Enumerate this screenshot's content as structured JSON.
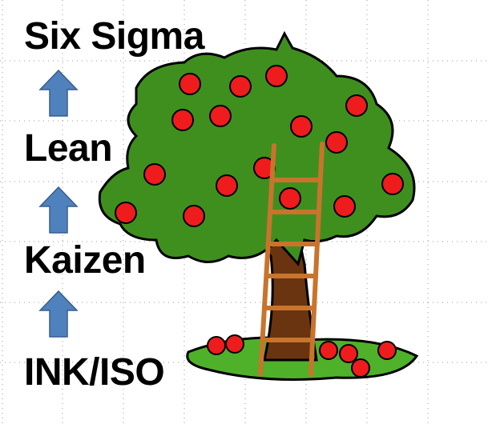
{
  "levels": {
    "top": "Six Sigma",
    "second": "Lean",
    "third": "Kaizen",
    "base": "INK/ISO"
  },
  "colors": {
    "arrow": "#4f81bd",
    "foliage": "#3f8f1f",
    "apple": "#ee1c1c",
    "trunk": "#6b3410",
    "ladder": "#c8742c"
  }
}
